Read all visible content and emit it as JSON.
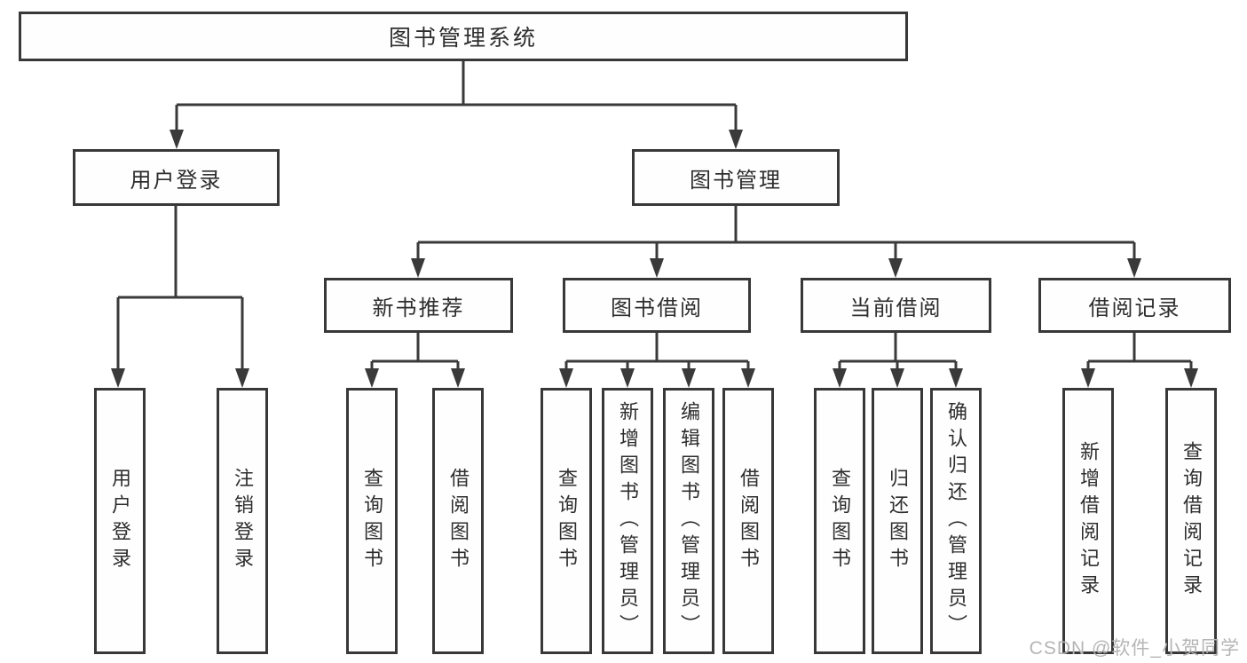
{
  "diagram": {
    "title": "图书管理系统",
    "watermark": "CSDN @软件_小贺同学",
    "nodes": {
      "root": "图书管理系统",
      "user_login": "用户登录",
      "book_mgmt": "图书管理",
      "new_book_rec": "新书推荐",
      "book_borrow": "图书借阅",
      "current_borrow": "当前借阅",
      "borrow_record": "借阅记录",
      "a1": "用户登录",
      "a2": "注销登录",
      "b1": "查询图书",
      "b2": "借阅图书",
      "c1": "查询图书",
      "c2": "新增图书（管理员）",
      "c3": "编辑图书（管理员）",
      "c4": "借阅图书",
      "d1": "查询图书",
      "d2": "归还图书",
      "d3": "确认归还（管理员）",
      "e1": "新增借阅记录",
      "e2": "查询借阅记录"
    },
    "hierarchy": {
      "图书管理系统": {
        "用户登录": [
          "用户登录",
          "注销登录"
        ],
        "图书管理": {
          "新书推荐": [
            "查询图书",
            "借阅图书"
          ],
          "图书借阅": [
            "查询图书",
            "新增图书（管理员）",
            "编辑图书（管理员）",
            "借阅图书"
          ],
          "当前借阅": [
            "查询图书",
            "归还图书",
            "确认归还（管理员）"
          ],
          "借阅记录": [
            "新增借阅记录",
            "查询借阅记录"
          ]
        }
      }
    }
  }
}
